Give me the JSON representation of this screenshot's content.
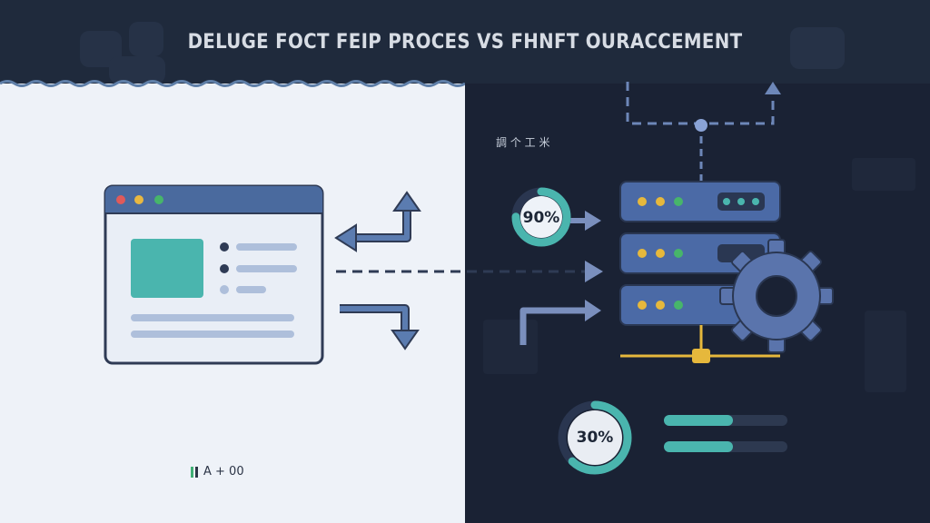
{
  "title": "DELUGE FOCT FEIP PROCES VS FHNFT OURACCEMENT",
  "server_label": "調 个 工 米",
  "gauges": [
    {
      "label": "90%",
      "value": 0.75
    },
    {
      "label": "30%",
      "value": 0.62
    }
  ],
  "footer_text": "A + 00",
  "colors": {
    "left_background": "#eef2f8",
    "right_background": "#1a2234",
    "header": "#1f2a3c",
    "accent_teal": "#4ab5ae",
    "server_blue": "#4b6aa6",
    "arrow_blue": "#4f6fa3",
    "gear": "#5a74ac",
    "connector_yellow": "#e6b83c"
  },
  "icons": [
    "browser-window-icon",
    "server-rack-icon",
    "gear-icon",
    "arrow-icon"
  ]
}
